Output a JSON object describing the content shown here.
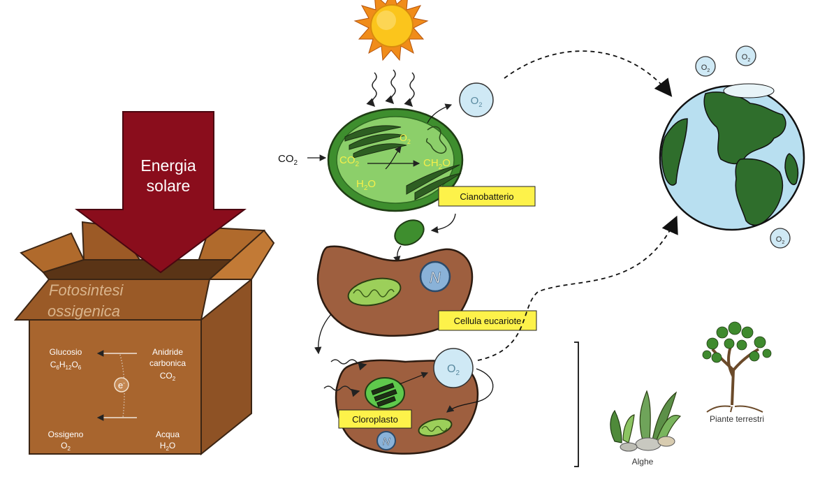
{
  "box": {
    "energy": [
      "Energia",
      "solare"
    ],
    "title": [
      "Fotosintesi",
      "ossigenica"
    ],
    "glucose": {
      "name": "Glucosio",
      "formula": "C6H12O6"
    },
    "co2": {
      "name": [
        "Anidride",
        "carbonica"
      ],
      "formula": "CO2"
    },
    "oxygen": {
      "name": "Ossigeno",
      "formula": "O2"
    },
    "water": {
      "name": "Acqua",
      "formula": "H2O"
    },
    "electron": "e-"
  },
  "cyano": {
    "label": "Cianobatterio",
    "co2_in": "CO2",
    "reaction_co2": "CO2",
    "reaction_h2o": "H2O",
    "product": "CH2O",
    "o2_inside": "O2",
    "o2_out": "O2"
  },
  "eukaryote": {
    "label": "Cellula eucariote",
    "nucleus": "N"
  },
  "plant_cell": {
    "label": "Cloroplasto",
    "nucleus": "N",
    "o2_out": "O2"
  },
  "earth": {
    "bubbles": [
      "O2",
      "O2",
      "O2"
    ]
  },
  "organisms": {
    "algae": "Alghe",
    "land_plants": "Piante terrestri"
  },
  "colors": {
    "energy_arrow": "#8a0d1c",
    "box": "#a8652e",
    "cyano_green": "#3e8e2e",
    "cell_brown": "#9e5f3f",
    "label_bg": "#fdf24a",
    "formula_yellow": "#f5f04a",
    "ocean": "#b8dff0",
    "land": "#2f6e2c"
  }
}
